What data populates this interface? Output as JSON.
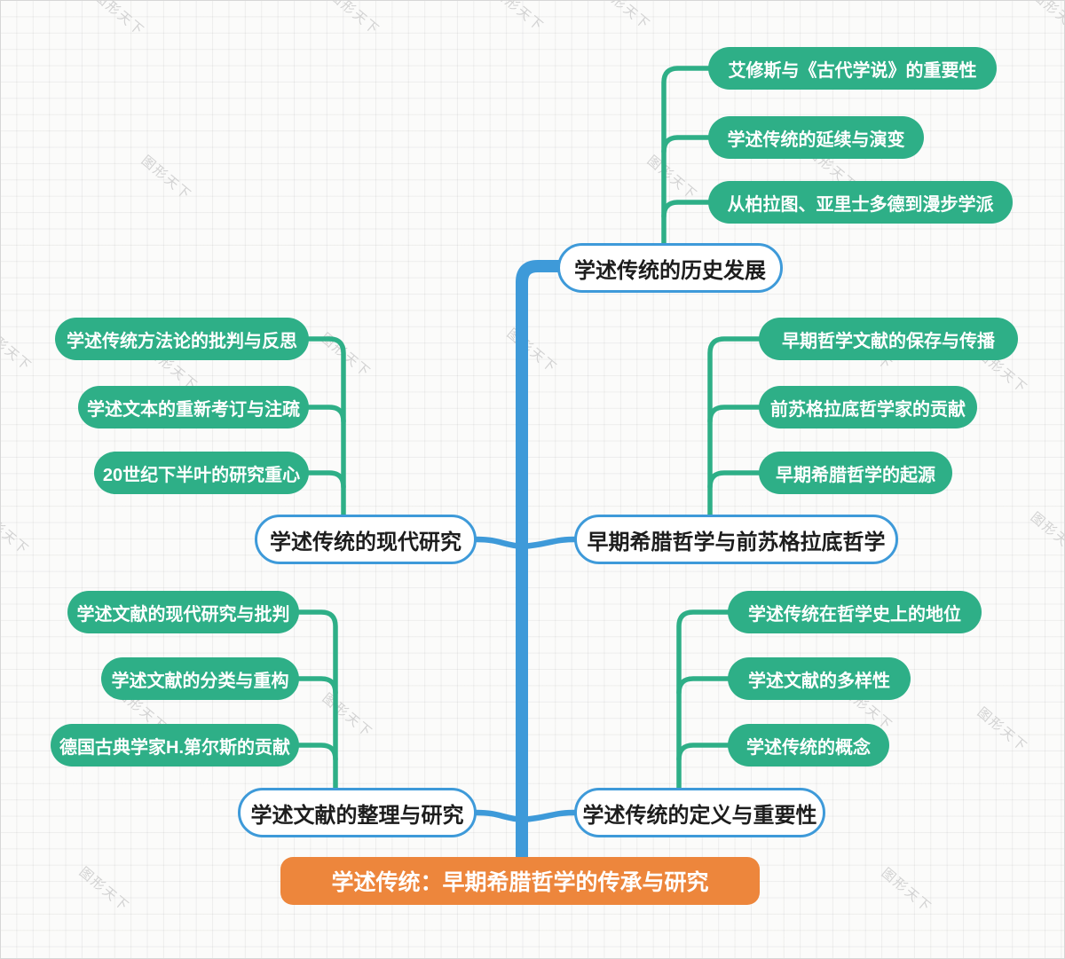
{
  "watermark": {
    "text": "图形天下"
  },
  "colors": {
    "green": "#2EAF87",
    "blue": "#3E9AD9",
    "orange": "#ED863C"
  },
  "mindmap": {
    "root": {
      "label": "学述传统：早期希腊哲学的传承与研究"
    },
    "branches": [
      {
        "id": "history",
        "label": "学述传统的历史发展",
        "children": [
          "艾修斯与《古代学说》的重要性",
          "学述传统的延续与演变",
          "从柏拉图、亚里士多德到漫步学派"
        ]
      },
      {
        "id": "modern-research",
        "label": "学述传统的现代研究",
        "children": [
          "学述传统方法论的批判与反思",
          "学述文本的重新考订与注疏",
          "20世纪下半叶的研究重心"
        ]
      },
      {
        "id": "early-greek",
        "label": "早期希腊哲学与前苏格拉底哲学",
        "children": [
          "早期哲学文献的保存与传播",
          "前苏格拉底哲学家的贡献",
          "早期希腊哲学的起源"
        ]
      },
      {
        "id": "documents",
        "label": "学述文献的整理与研究",
        "children": [
          "学述文献的现代研究与批判",
          "学述文献的分类与重构",
          "德国古典学家H.第尔斯的贡献"
        ]
      },
      {
        "id": "definition",
        "label": "学述传统的定义与重要性",
        "children": [
          "学述传统在哲学史上的地位",
          "学述文献的多样性",
          "学述传统的概念"
        ]
      }
    ]
  }
}
